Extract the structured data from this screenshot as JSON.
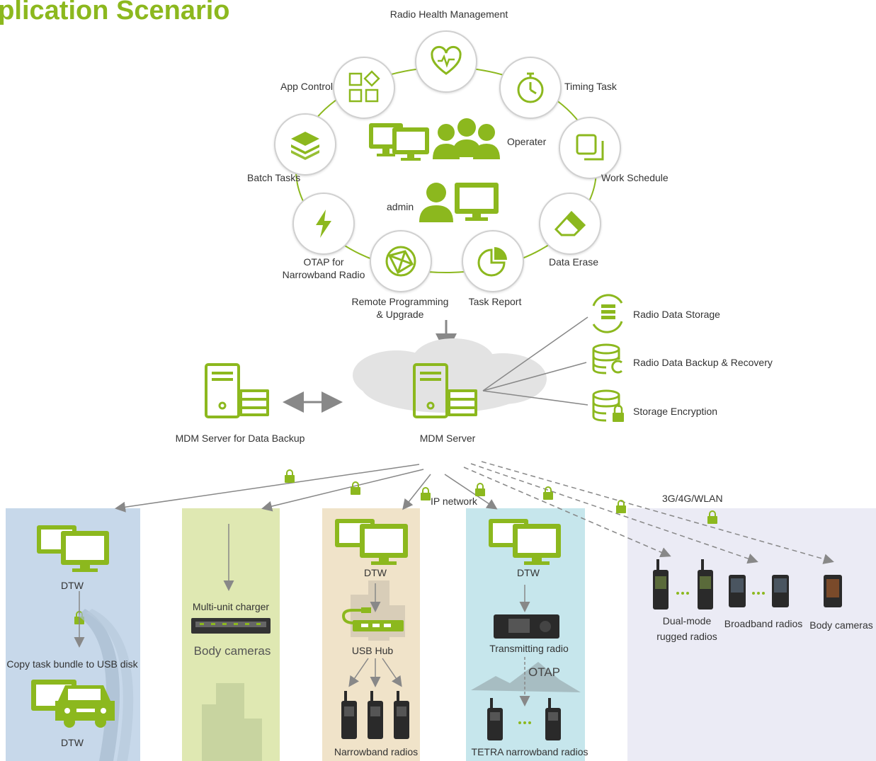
{
  "title": "pplication Scenario",
  "colors": {
    "accent": "#8cb81e",
    "arrow": "#888888",
    "lock": "#8cb81e",
    "panel_blue": "#c7d8ea",
    "panel_green": "#dfe8b2",
    "panel_beige": "#f0e3c9",
    "panel_cyan": "#c6e6ec",
    "panel_lavender": "#ebebf5"
  },
  "ring": {
    "radio_health": "Radio Health Management",
    "app_control": "App Control",
    "timing_task": "Timing Task",
    "batch_tasks": "Batch Tasks",
    "work_schedule": "Work Schedule",
    "otap_line1": "OTAP for",
    "otap_line2": "Narrowband Radio",
    "data_erase": "Data Erase",
    "remote_line1": "Remote Programming",
    "remote_line2": "& Upgrade",
    "task_report": "Task Report",
    "operater": "Operater",
    "admin": "admin"
  },
  "servers": {
    "backup": "MDM Server for Data Backup",
    "main": "MDM Server"
  },
  "storage": {
    "radio_data_storage": "Radio Data Storage",
    "backup_recovery": "Radio Data Backup & Recovery",
    "encryption": "Storage Encryption"
  },
  "network": {
    "ip": "IP network",
    "wireless": "3G/4G/WLAN"
  },
  "panel1": {
    "dtw_top": "DTW",
    "copy": "Copy task bundle to USB disk",
    "dtw_bottom": "DTW"
  },
  "panel2": {
    "charger": "Multi-unit charger",
    "body_cameras": "Body cameras"
  },
  "panel3": {
    "dtw": "DTW",
    "usb_hub": "USB Hub",
    "radios": "Narrowband radios"
  },
  "panel4": {
    "dtw": "DTW",
    "transmitting": "Transmitting radio",
    "otap": "OTAP",
    "radios": "TETRA narrowband radios"
  },
  "panel5": {
    "dual1": "Dual-mode",
    "dual2": "rugged radios",
    "broadband": "Broadband radios",
    "body_cameras": "Body cameras",
    "dots": "···"
  }
}
